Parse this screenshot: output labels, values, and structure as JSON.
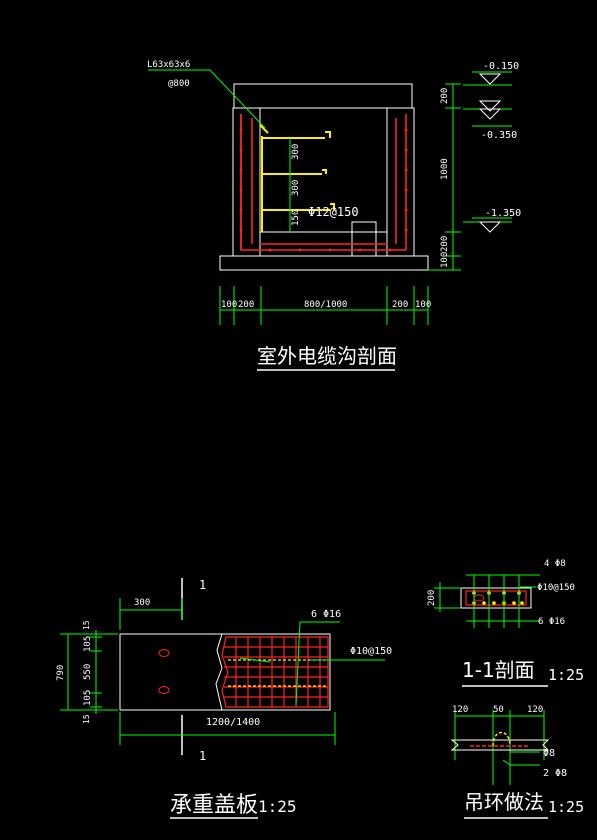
{
  "section": {
    "title": "室外电缆沟剖面",
    "angle_label": "L63x63x6",
    "angle_spacing": "@800",
    "rebar_label": "Φ12@150",
    "elevations": [
      "-0.150",
      "-0.350",
      "-1.350"
    ],
    "right_dims": [
      "200",
      "1000",
      "200",
      "100"
    ],
    "inner_dims": [
      "300",
      "300",
      "150"
    ],
    "bottom_dims": [
      "100",
      "200",
      "800/1000",
      "200",
      "100"
    ]
  },
  "plate": {
    "title": "承重盖板",
    "scale": "1:25",
    "section_mark": "1",
    "dim_top": "300",
    "dim_height": "790",
    "dims_left": [
      "15",
      "105",
      "550",
      "105",
      "15"
    ],
    "dim_length": "1200/1400",
    "rebar_top": "6 Φ16",
    "rebar_side": "Φ10@150"
  },
  "section11": {
    "title": "1-1剖面",
    "scale": "1:25",
    "rebar_top": "4 Φ8",
    "stirrup": "Φ10@150",
    "rebar_bottom": "6 Φ16",
    "dim": "200"
  },
  "ring": {
    "title": "吊环做法",
    "scale": "1:25",
    "dims": [
      "120",
      "50",
      "120"
    ],
    "label1": "Φ8",
    "label2": "2 Φ8"
  },
  "colors": {
    "background": "#000000",
    "line": "#ffffff",
    "dimension": "#00ff00",
    "rebar": "#ff0000",
    "bracket": "#ffff00"
  }
}
